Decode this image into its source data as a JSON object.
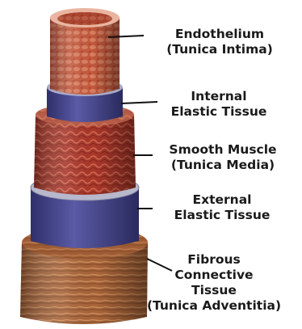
{
  "labels": {
    "endothelium": {
      "line1": "Endothelium",
      "line2": "(Tunica Intima)"
    },
    "internal_elastic": {
      "line1": "Internal",
      "line2": "Elastic Tissue"
    },
    "smooth_muscle": {
      "line1": "Smooth Muscle",
      "line2": "(Tunica Media)"
    },
    "external_elastic": {
      "line1": "External",
      "line2": "Elastic Tissue"
    },
    "fibrous": {
      "line1": "Fibrous",
      "line2": "Connective",
      "line3": "Tissue",
      "line4": "(Tunica Adventitia)"
    }
  },
  "colors": {
    "endothelium": "#c8553a",
    "elastic_tissue": "#4a4a8c",
    "smooth_muscle": "#b03a2a",
    "fibrous_tissue": "#a8623a"
  }
}
